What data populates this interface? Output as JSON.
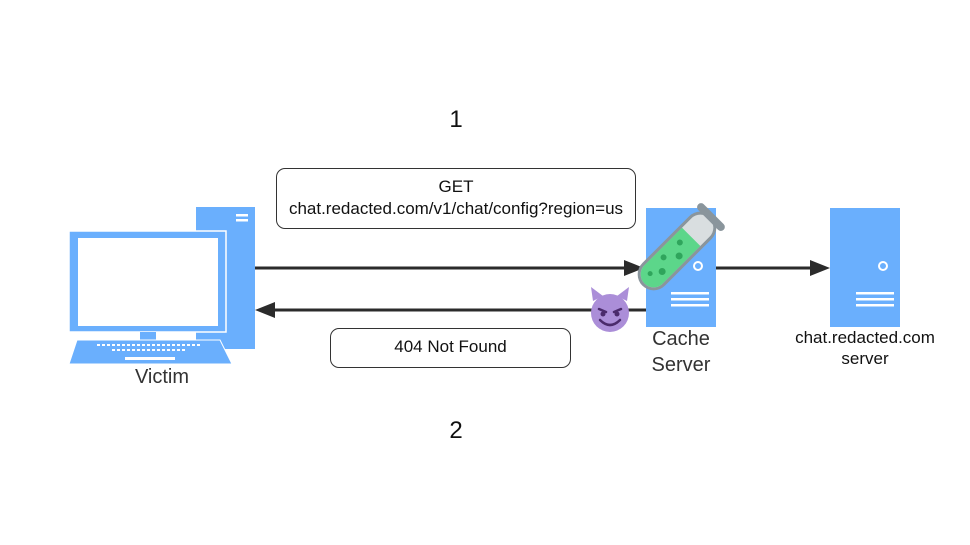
{
  "diagram": {
    "title": "Web cache poisoning flow",
    "steps": {
      "request_step": "1",
      "response_step": "2"
    },
    "request_box": {
      "line1": "GET",
      "line2": "chat.redacted.com/v1/chat/config?region=us"
    },
    "response_box": {
      "text": "404 Not Found"
    },
    "nodes": {
      "victim": {
        "label": "Victim",
        "icon": "desktop-computer-icon"
      },
      "cache": {
        "label_line1": "Cache",
        "label_line2": "Server",
        "icon": "server-icon",
        "overlay_icon": "poisoned-test-tube-icon"
      },
      "origin": {
        "label_line1": "chat.redacted.com",
        "label_line2": "server",
        "icon": "server-icon"
      }
    },
    "attacker": {
      "icon": "smiling-devil-emoji-icon"
    },
    "colors": {
      "device_blue": "#6aaffd",
      "arrow": "#2b2b2b",
      "devil_purple": "#ab8ed8",
      "liquid_green": "#5cd68a"
    }
  }
}
